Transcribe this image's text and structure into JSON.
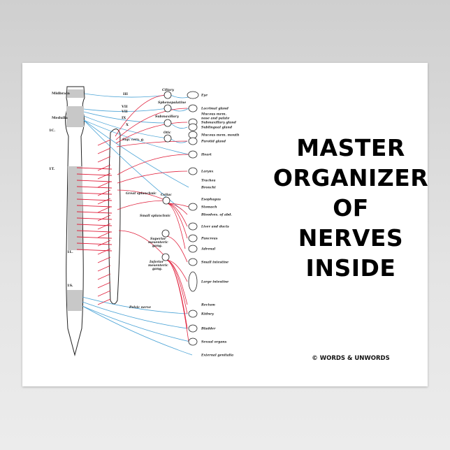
{
  "poster": {
    "title_lines": [
      "MASTER",
      "ORGANIZER",
      "OF",
      "NERVES",
      "INSIDE"
    ],
    "copyright": "© WORDS & UNWORDS"
  },
  "diagram": {
    "colors": {
      "sympathetic": "#e0203c",
      "parasympathetic": "#4aa3d6",
      "shading": "#c8c8c8"
    },
    "cord_labels": [
      "Midbrain",
      "Medulla",
      "1C.",
      "1T.",
      "1L.",
      "1S."
    ],
    "cranial_nerves": [
      "III",
      "VII",
      "VII",
      "IX",
      "X"
    ],
    "ganglia": [
      "Ciliary",
      "Sphenopalatine",
      "Submaxillary",
      "Otic",
      "Sup. cerv. g.",
      "Great splanchnic",
      "Celiac",
      "Small splanchnic",
      "Superior",
      "mesenteric",
      "gang.",
      "Inferior",
      "mesenteric",
      "gang.",
      "Pelvic nerve"
    ],
    "organs": [
      "Eye",
      "Lacrimal gland",
      "Mucous mem.",
      "nose and palate",
      "Submaxillary gland",
      "Sublingual gland",
      "Mucous mem. mouth",
      "Parotid gland",
      "Heart",
      "Larynx",
      "Trachea",
      "Bronchi",
      "Esophagus",
      "Stomach",
      "Bloodves. of abd.",
      "Liver and ducts",
      "Pancreas",
      "Adrenal",
      "Small intestine",
      "Large intestine",
      "Rectum",
      "Kidney",
      "Bladder",
      "Sexual organs",
      "External genitalia"
    ]
  }
}
